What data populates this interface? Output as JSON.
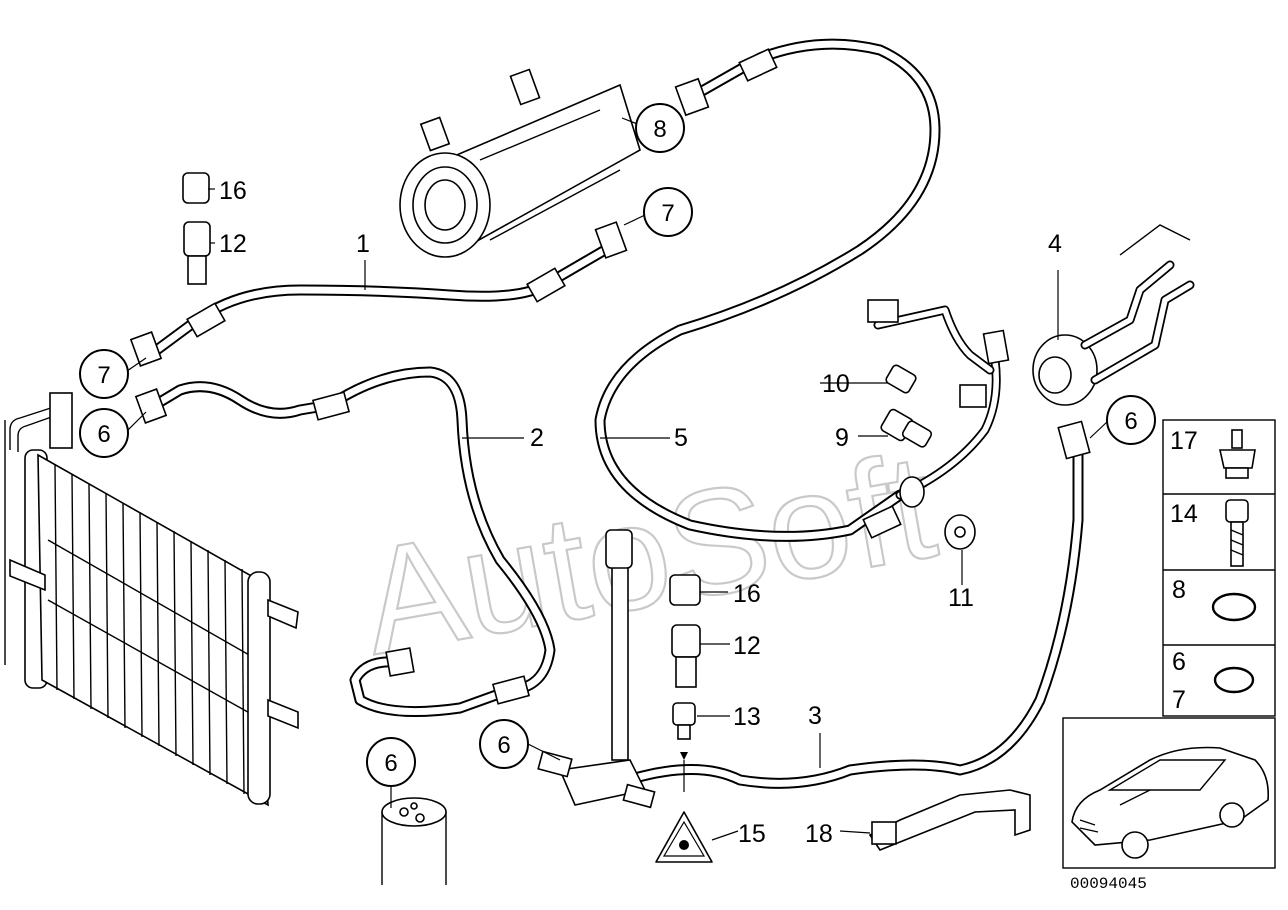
{
  "diagram": {
    "watermark": "AutoSoft",
    "reference_number": "00094045",
    "labels": {
      "l1": "1",
      "l2": "2",
      "l3": "3",
      "l4": "4",
      "l5": "5",
      "l9": "9",
      "l10": "10",
      "l11": "11",
      "l12a": "12",
      "l12b": "12",
      "l13": "13",
      "l15": "15",
      "l16a": "16",
      "l16b": "16",
      "l18": "18"
    },
    "callouts": {
      "c8": "8",
      "c7a": "7",
      "c7b": "7",
      "c6a": "6",
      "c6b": "6",
      "c6c": "6",
      "c6d": "6"
    },
    "legend": {
      "row1_num": "17",
      "row2_num": "14",
      "row3_num": "8",
      "row4_num_a": "6",
      "row4_num_b": "7"
    }
  }
}
